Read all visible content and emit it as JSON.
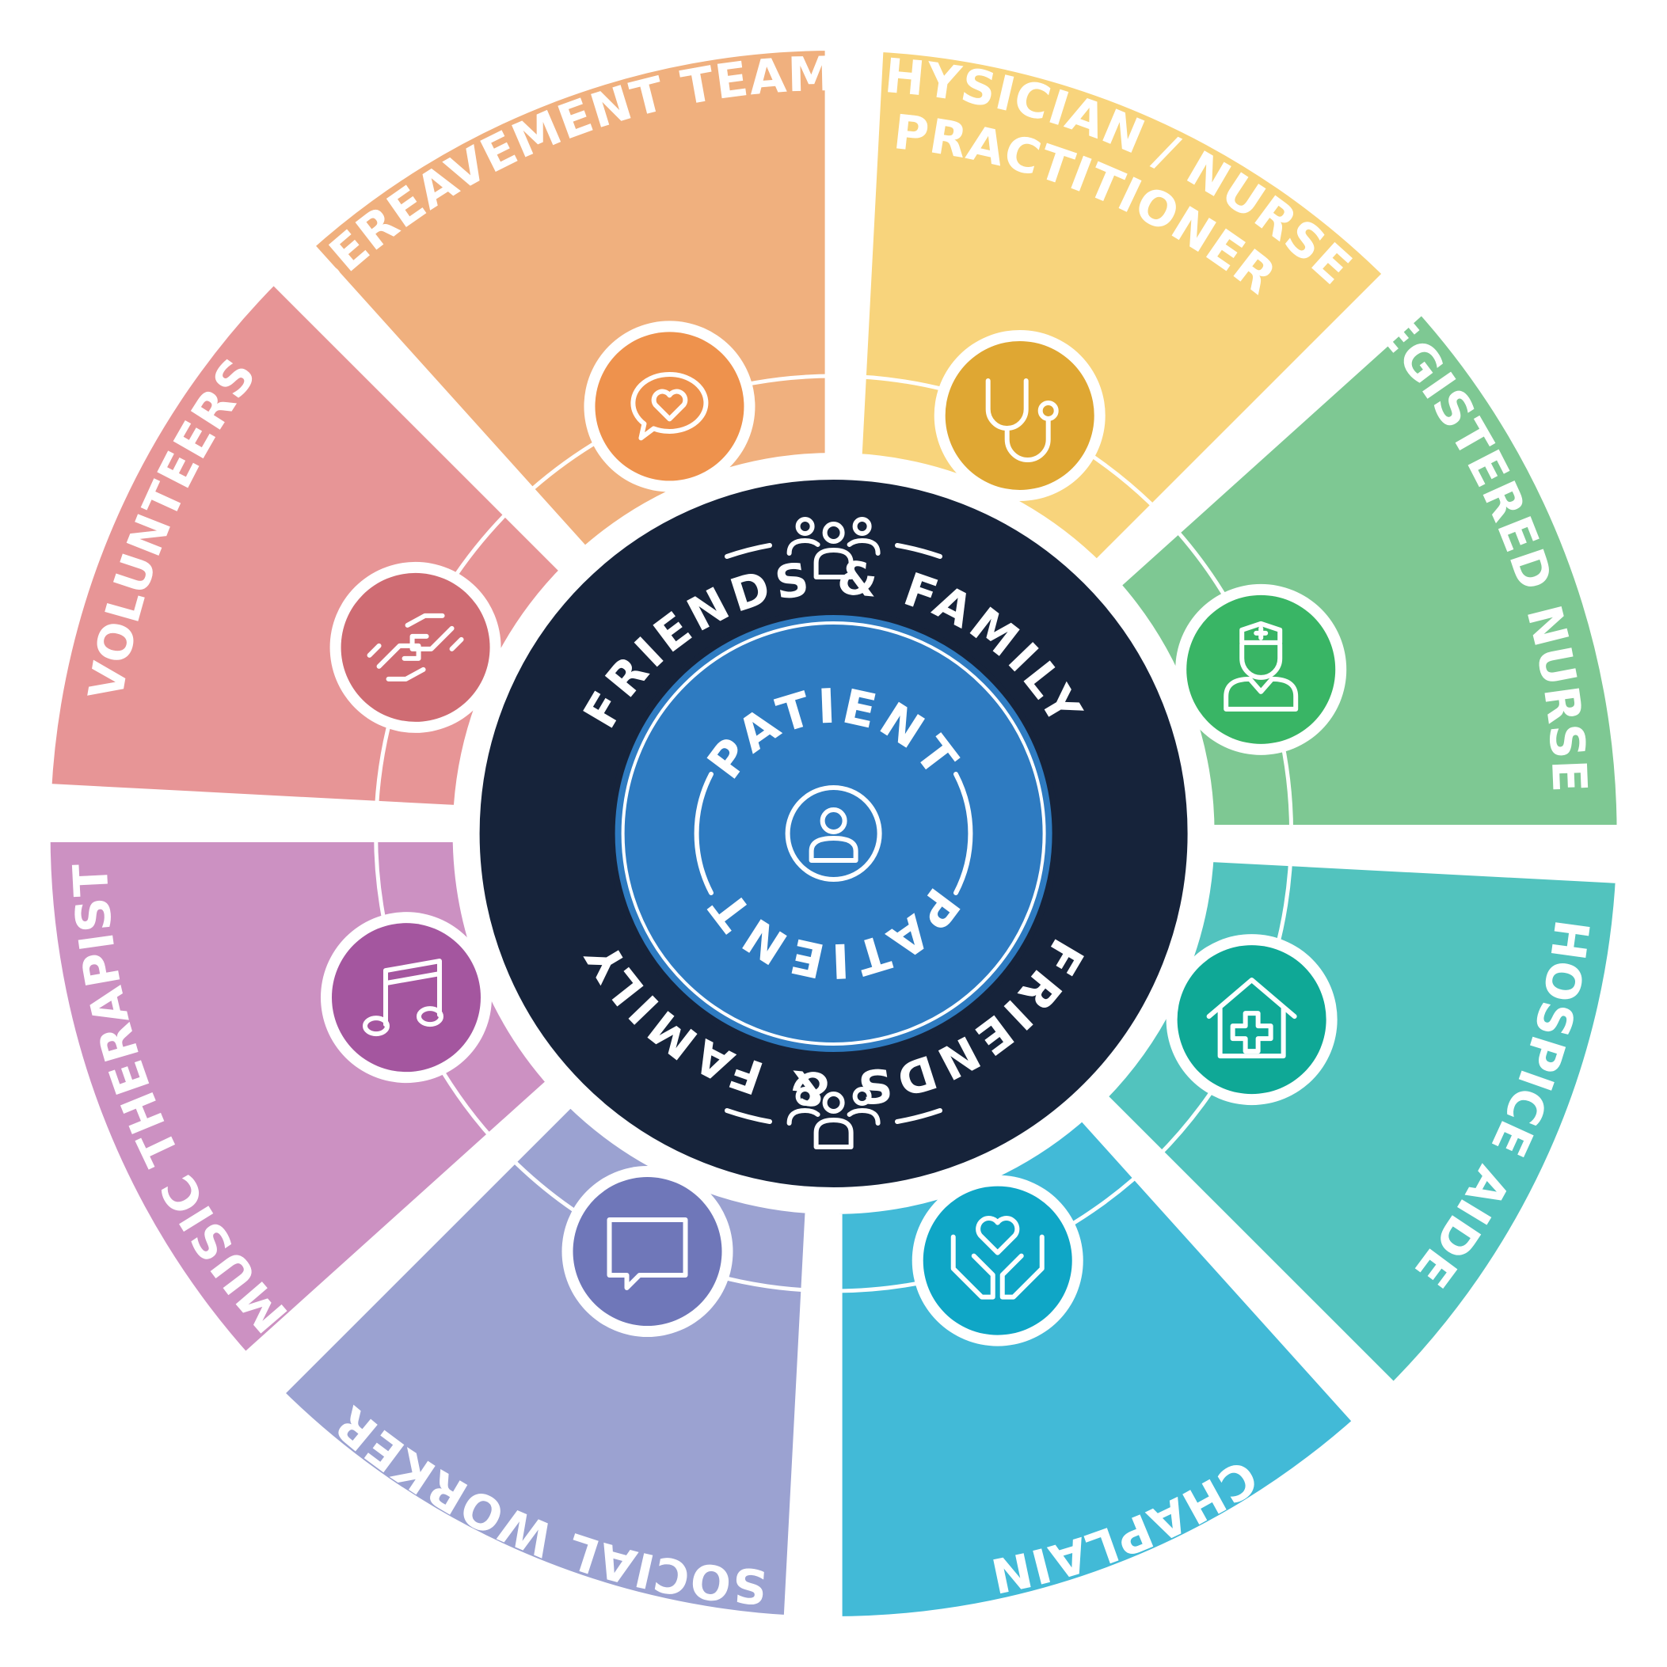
{
  "center": {
    "label": "PATIENT",
    "icon": "person-icon",
    "color": "#2E7BC1"
  },
  "ring": {
    "label": "FRIENDS & FAMILY",
    "icon": "group-icon",
    "color": "#16233A"
  },
  "segments": [
    {
      "label": "BEREAVEMENT TEAM",
      "icon": "speech-heart-icon",
      "color": "#F0B07E",
      "icon_color": "#EE924D"
    },
    {
      "label": "PHYSICIAN / NURSE",
      "label_line2": "PRACTITIONER",
      "icon": "stethoscope-icon",
      "color": "#F8D47C",
      "icon_color": "#DFA733"
    },
    {
      "label": "REGISTERED NURSE",
      "icon": "nurse-icon",
      "color": "#7EC893",
      "icon_color": "#39B565"
    },
    {
      "label": "HOSPICE AIDE",
      "icon": "house-medical-icon",
      "color": "#52C3BE",
      "icon_color": "#0FA896"
    },
    {
      "label": "CHAPLAIN",
      "icon": "hands-heart-icon",
      "color": "#42BAD7",
      "icon_color": "#0FA6C6"
    },
    {
      "label": "SOCIAL WORKER",
      "icon": "chat-bubble-icon",
      "color": "#9BA2D1",
      "icon_color": "#6F77B9"
    },
    {
      "label": "MUSIC THERAPIST",
      "icon": "music-note-icon",
      "color": "#CC91C2",
      "icon_color": "#A4569F"
    },
    {
      "label": "VOLUNTEERS",
      "icon": "helping-hands-icon",
      "color": "#E79596",
      "icon_color": "#CF6C73"
    }
  ]
}
